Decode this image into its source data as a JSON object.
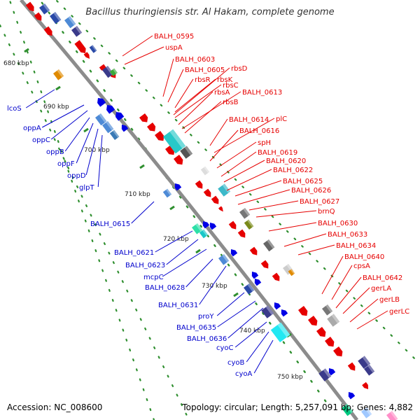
{
  "title": "Bacillus thuringiensis str. Al Hakam, complete genome",
  "footer": {
    "accession": "Accession: NC_008600",
    "topology": "Topology: circular; Length: 5,257,091 bp; Genes: 4,882"
  },
  "colors": {
    "backbone": "#8c8c8c",
    "forward_label": "#e60000",
    "reverse_label": "#0000cc",
    "tick": "#2f8f2f"
  },
  "ticks": [
    "680 kbp",
    "690 kbp",
    "700 kbp",
    "710 kbp",
    "720 kbp",
    "730 kbp",
    "740 kbp",
    "750 kbp"
  ],
  "labels_reverse": [
    "lcoS",
    "oppA",
    "oppC",
    "oppB",
    "oppF",
    "oppD",
    "glpT",
    "BALH_0615",
    "BALH_0621",
    "BALH_0623",
    "mcpC",
    "BALH_0628",
    "BALH_0631",
    "proY",
    "BALH_0635",
    "BALH_0636",
    "cyoC",
    "cyoB",
    "cyoA"
  ],
  "labels_forward": [
    "BALH_0595",
    "uspA",
    "BALH_0603",
    "BALH_0605",
    "rbsD",
    "rbsR",
    "rbsK",
    "rbsC",
    "rbsA",
    "BALH_0613",
    "rbsB",
    "BALH_0614",
    "plC",
    "BALH_0616",
    "spH",
    "BALH_0619",
    "BALH_0620",
    "BALH_0622",
    "BALH_0625",
    "BALH_0626",
    "BALH_0627",
    "brnQ",
    "BALH_0630",
    "BALH_0633",
    "BALH_0634",
    "BALH_0640",
    "cpsA",
    "BALH_0642",
    "gerLA",
    "gerLB",
    "gerLC"
  ]
}
